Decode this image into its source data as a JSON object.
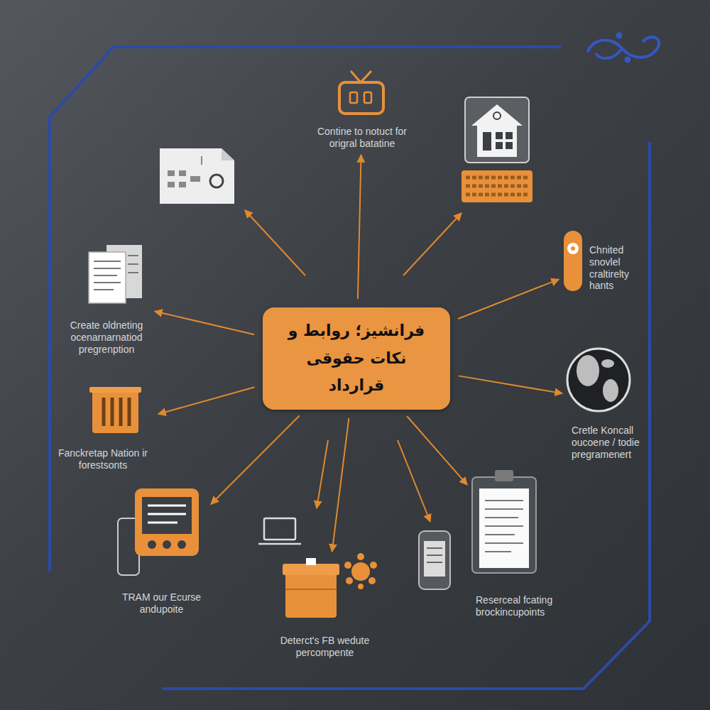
{
  "diagram": {
    "nodes": [
      {
        "text": [
          "فرانشیز؛ روابط و نکات حقوقی قرارداد"
        ]
      },
      {
        "text": [
          "Contine to notuct for origral batatine"
        ]
      },
      {
        "text": [
          "Chnited snovlel craltirelty hants"
        ]
      },
      {
        "text": [
          "Cretle Koncall oucoene / todie pregramenert"
        ]
      },
      {
        "text": [
          "Reserceal fcating brockincupoints"
        ]
      },
      {
        "text": [
          "Deterct's FB wedute percompente"
        ]
      },
      {
        "text": [
          "TRAM our Ecurse andupoite"
        ]
      },
      {
        "text": [
          "Fanckretap Nation ir forestsonts"
        ]
      },
      {
        "text": [
          "Create oldneting ocenarnarnatiod pregrenption"
        ]
      }
    ],
    "edges": [
      {
        "from": 0,
        "to": 1,
        "arrow": "to"
      },
      {
        "from": 0,
        "to": 2,
        "arrow": "to"
      },
      {
        "from": 0,
        "to": 3,
        "arrow": "to"
      },
      {
        "from": 0,
        "to": 4,
        "arrow": "to"
      },
      {
        "from": 0,
        "to": 5,
        "arrow": "to"
      },
      {
        "from": 0,
        "to": 6,
        "arrow": "to"
      },
      {
        "from": 0,
        "to": 7,
        "arrow": "to"
      },
      {
        "from": 0,
        "to": 8,
        "arrow": "to"
      }
    ]
  }
}
